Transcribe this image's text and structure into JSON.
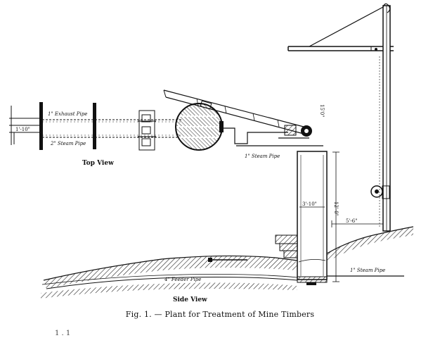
{
  "figure": {
    "caption": "Fig. 1. — Plant for Treatment of Mine Timbers",
    "footmark": "1 . 1",
    "top_view": {
      "title": "Top View",
      "exhaust_pipe_label": "1\" Exhaust Pipe",
      "steam_pipe_label": "2\" Steam Pipe",
      "left_dimension": "1'-10\""
    },
    "side_view": {
      "title": "Side View",
      "steam_pipe_upper_label": "1\" Steam Pipe",
      "steam_pipe_right_label": "1\" Steam Pipe",
      "feeder_pipe_label": "4\" Feeder Pipe",
      "mast_height_label": "15'0\"",
      "tank_width_label": "3'-10\"",
      "tank_height_label": "12'-0\"",
      "mast_offset_label": "5'-6\""
    }
  }
}
